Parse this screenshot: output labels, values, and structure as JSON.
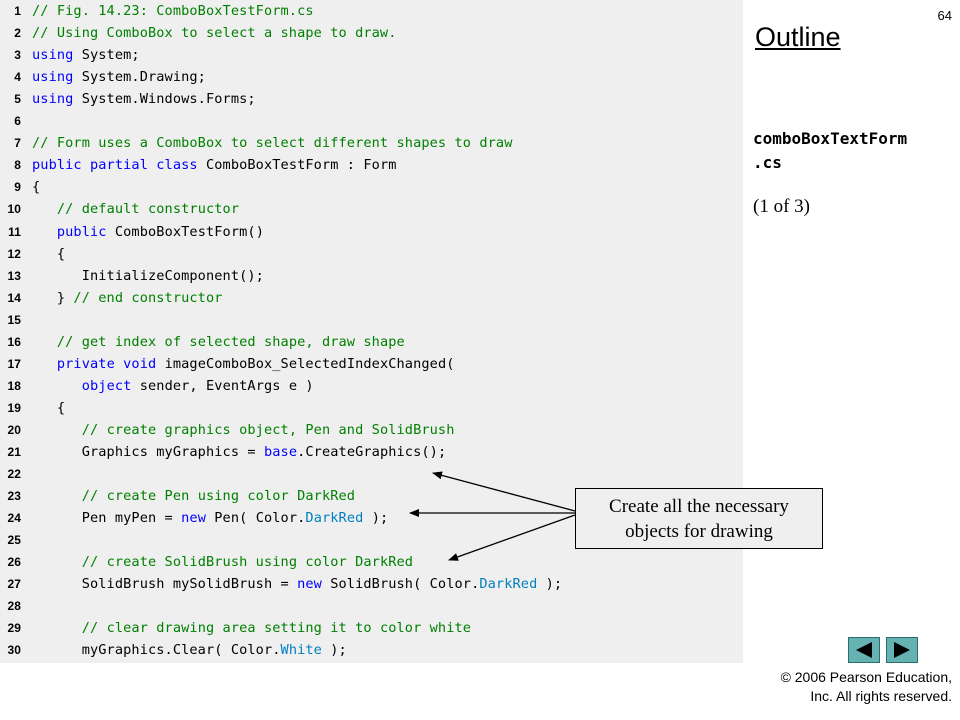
{
  "page_number": "64",
  "outline_title": "Outline",
  "file_name": "comboBoxTextForm\n.cs",
  "page_of": "(1 of 3)",
  "callout": {
    "line1": "Create all the necessary",
    "line2": "objects for drawing"
  },
  "navigation": {
    "prev_icon": "triangle-left-icon",
    "next_icon": "triangle-right-icon",
    "button_color": "#66b2b2"
  },
  "copyright": {
    "line1": "© 2006 Pearson Education,",
    "line2": "Inc.  All rights reserved."
  },
  "code": {
    "colors": {
      "keyword": "#0000ff",
      "comment": "#008000",
      "type": "#0080c0",
      "panel": "#efefef"
    },
    "lines": [
      {
        "n": "1",
        "segs": [
          [
            "c",
            "// Fig. 14.23: ComboBoxTestForm.cs"
          ]
        ]
      },
      {
        "n": "2",
        "segs": [
          [
            "c",
            "// Using ComboBox to select a shape to draw."
          ]
        ]
      },
      {
        "n": "3",
        "segs": [
          [
            "k",
            "using"
          ],
          [
            "p",
            " System;"
          ]
        ]
      },
      {
        "n": "4",
        "segs": [
          [
            "k",
            "using"
          ],
          [
            "p",
            " System.Drawing;"
          ]
        ]
      },
      {
        "n": "5",
        "segs": [
          [
            "k",
            "using"
          ],
          [
            "p",
            " System.Windows.Forms;"
          ]
        ]
      },
      {
        "n": "6",
        "segs": []
      },
      {
        "n": "7",
        "segs": [
          [
            "c",
            "// Form uses a ComboBox to select different shapes to draw"
          ]
        ]
      },
      {
        "n": "8",
        "segs": [
          [
            "k",
            "public partial class"
          ],
          [
            "p",
            " ComboBoxTestForm : Form"
          ]
        ]
      },
      {
        "n": "9",
        "segs": [
          [
            "p",
            "{"
          ]
        ]
      },
      {
        "n": "10",
        "segs": [
          [
            "p",
            "   "
          ],
          [
            "c",
            "// default constructor"
          ]
        ]
      },
      {
        "n": "11",
        "segs": [
          [
            "p",
            "   "
          ],
          [
            "k",
            "public"
          ],
          [
            "p",
            " ComboBoxTestForm()"
          ]
        ]
      },
      {
        "n": "12",
        "segs": [
          [
            "p",
            "   {"
          ]
        ]
      },
      {
        "n": "13",
        "segs": [
          [
            "p",
            "      InitializeComponent();"
          ]
        ]
      },
      {
        "n": "14",
        "segs": [
          [
            "p",
            "   } "
          ],
          [
            "c",
            "// end constructor"
          ]
        ]
      },
      {
        "n": "15",
        "segs": []
      },
      {
        "n": "16",
        "segs": [
          [
            "p",
            "   "
          ],
          [
            "c",
            "// get index of selected shape, draw shape"
          ]
        ]
      },
      {
        "n": "17",
        "segs": [
          [
            "p",
            "   "
          ],
          [
            "k",
            "private void"
          ],
          [
            "p",
            " imageComboBox_SelectedIndexChanged("
          ]
        ]
      },
      {
        "n": "18",
        "segs": [
          [
            "p",
            "      "
          ],
          [
            "k",
            "object"
          ],
          [
            "p",
            " sender, EventArgs e )"
          ]
        ]
      },
      {
        "n": "19",
        "segs": [
          [
            "p",
            "   {"
          ]
        ]
      },
      {
        "n": "20",
        "segs": [
          [
            "p",
            "      "
          ],
          [
            "c",
            "// create graphics object, Pen and SolidBrush"
          ]
        ]
      },
      {
        "n": "21",
        "segs": [
          [
            "p",
            "      Graphics myGraphics = "
          ],
          [
            "k",
            "base"
          ],
          [
            "p",
            ".CreateGraphics();"
          ]
        ]
      },
      {
        "n": "22",
        "segs": []
      },
      {
        "n": "23",
        "segs": [
          [
            "p",
            "      "
          ],
          [
            "c",
            "// create Pen using color DarkRed"
          ]
        ]
      },
      {
        "n": "24",
        "segs": [
          [
            "p",
            "      Pen myPen = "
          ],
          [
            "k",
            "new"
          ],
          [
            "p",
            " Pen( Color."
          ],
          [
            "t",
            "DarkRed"
          ],
          [
            "p",
            " );"
          ]
        ]
      },
      {
        "n": "25",
        "segs": []
      },
      {
        "n": "26",
        "segs": [
          [
            "p",
            "      "
          ],
          [
            "c",
            "// create SolidBrush using color DarkRed"
          ]
        ]
      },
      {
        "n": "27",
        "segs": [
          [
            "p",
            "      SolidBrush mySolidBrush = "
          ],
          [
            "k",
            "new"
          ],
          [
            "p",
            " SolidBrush( Color."
          ],
          [
            "t",
            "DarkRed"
          ],
          [
            "p",
            " );"
          ]
        ]
      },
      {
        "n": "28",
        "segs": []
      },
      {
        "n": "29",
        "segs": [
          [
            "p",
            "      "
          ],
          [
            "c",
            "// clear drawing area setting it to color white"
          ]
        ]
      },
      {
        "n": "30",
        "segs": [
          [
            "p",
            "      myGraphics.Clear( Color."
          ],
          [
            "t",
            "White"
          ],
          [
            "p",
            " );"
          ]
        ]
      }
    ]
  }
}
